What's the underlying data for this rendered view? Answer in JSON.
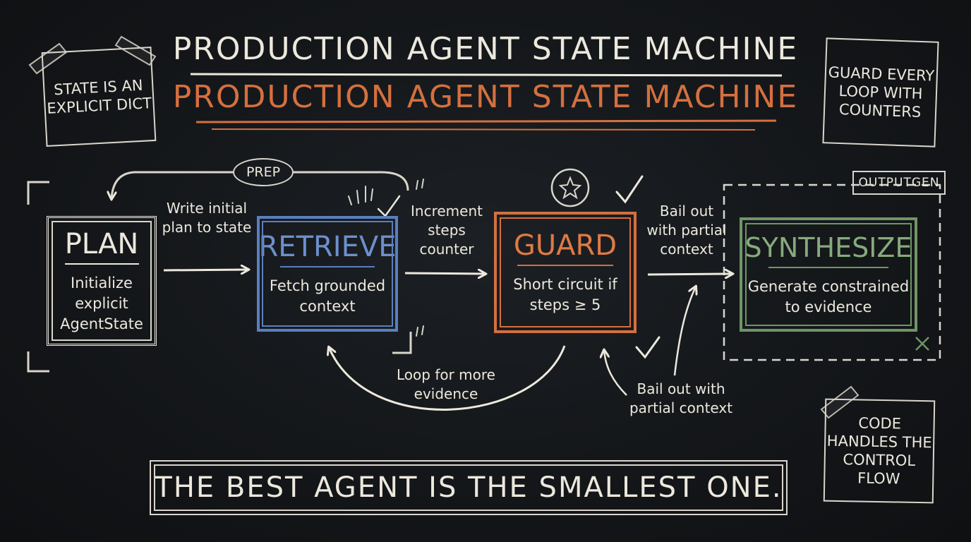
{
  "title": {
    "primary": "PRODUCTION AGENT STATE MACHINE",
    "secondary": "PRODUCTION AGENT STATE MACHINE"
  },
  "notes": {
    "left": "STATE IS AN EXPLICIT DICT",
    "right_top": "GUARD EVERY LOOP WITH COUNTERS",
    "right_bottom": "CODE HANDLES THE CONTROL FLOW"
  },
  "nodes": {
    "plan": {
      "title": "PLAN",
      "desc": "Initialize explicit AgentState"
    },
    "retrieve": {
      "title": "RETRIEVE",
      "desc": "Fetch grounded context"
    },
    "guard": {
      "title": "GUARD",
      "desc": "Short circuit if steps ≥ 5"
    },
    "synthesize": {
      "title": "SYNTHESIZE",
      "desc": "Generate constrained to evidence"
    }
  },
  "groups": {
    "prep": "PREP",
    "outputgen": "OUTPUTGEN"
  },
  "edges": {
    "plan_to_retrieve": "Write initial plan to state",
    "retrieve_to_guard": "Increment steps counter",
    "guard_to_synthesize": "Bail out with partial context",
    "guard_loop": "Loop for more evidence",
    "guard_bail": "Bail out with partial context"
  },
  "footer": "THE BEST AGENT IS THE SMALLEST ONE.",
  "colors": {
    "background": "#14171a",
    "chalk": "#ece8dd",
    "retrieve": "#5a7fbf",
    "guard": "#d4703f",
    "synthesize": "#6f9566"
  }
}
